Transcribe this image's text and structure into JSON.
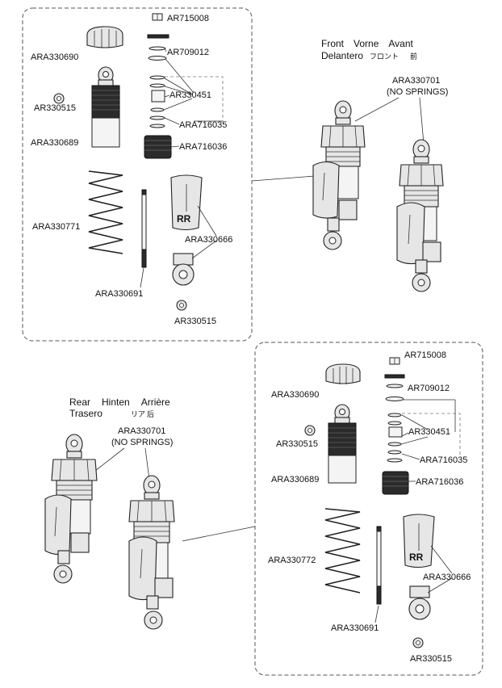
{
  "front": {
    "header": {
      "en": "Front",
      "de": "Vorne",
      "fr": "Avant",
      "es": "Delantero",
      "ja": "フロント",
      "zh": "前"
    },
    "assembly_label": {
      "part": "ARA330701",
      "note": "(NO SPRINGS)"
    },
    "parts": {
      "cap_clip": "AR715008",
      "shock_cap": "ARA330690",
      "shim": "AR709012",
      "bushing": "AR330515",
      "seals": "AR330451",
      "shock_body": "ARA330689",
      "oring": "ARA716035",
      "collar": "ARA716036",
      "spring": "ARA330771",
      "spring_cup": "ARA330666",
      "shaft": "ARA330691",
      "bushing_bottom": "AR330515"
    }
  },
  "rear": {
    "header": {
      "en": "Rear",
      "de": "Hinten",
      "fr": "Arrière",
      "es": "Trasero",
      "ja": "リア",
      "zh": "后"
    },
    "assembly_label": {
      "part": "ARA330701",
      "note": "(NO SPRINGS)"
    },
    "parts": {
      "cap_clip": "AR715008",
      "shock_cap": "ARA330690",
      "shim": "AR709012",
      "bushing": "AR330515",
      "seals": "AR330451",
      "shock_body": "ARA330689",
      "oring": "ARA716035",
      "collar": "ARA716036",
      "spring": "ARA330772",
      "spring_cup": "ARA330666",
      "shaft": "ARA330691",
      "bushing_bottom": "AR330515"
    }
  },
  "logo_text": "RR"
}
